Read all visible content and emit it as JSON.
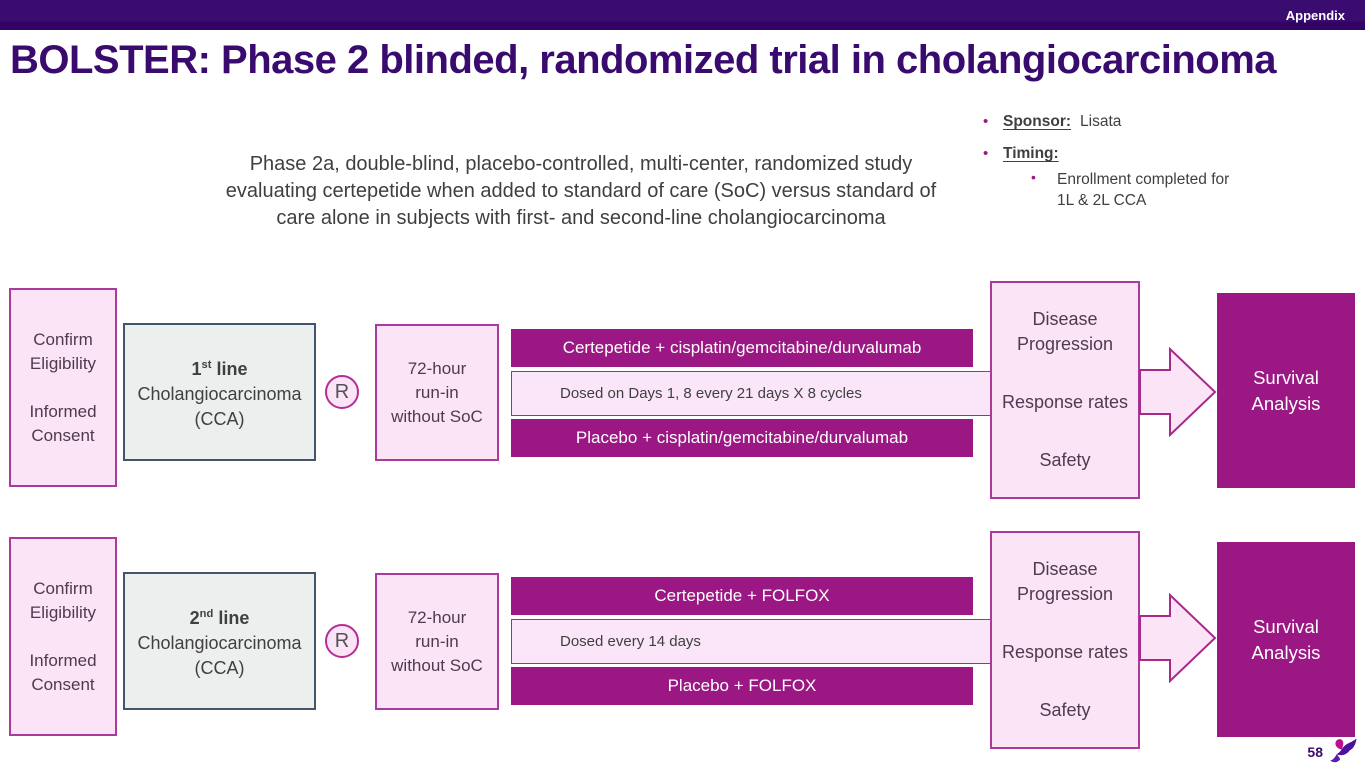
{
  "header": {
    "tag": "Appendix"
  },
  "title": "BOLSTER: Phase 2 blinded, randomized trial in cholangiocarcinoma",
  "description": "Phase 2a, double-blind, placebo-controlled, multi-center, randomized study\nevaluating certepetide when added to standard of care (SoC) versus standard of\ncare alone in subjects with first- and second-line cholangiocarcinoma",
  "info": {
    "bullet": "•",
    "sponsor_label": "Sponsor:",
    "sponsor_value": "Lisata",
    "timing_label": "Timing:",
    "timing_detail": "Enrollment completed for\n1L & 2L CCA"
  },
  "rows": [
    {
      "eligibility": "Confirm Eligibility",
      "consent": "Informed Consent",
      "line_num": "1",
      "line_ord": "st",
      "line_word": "line",
      "cohort": "Cholangiocarcinoma",
      "cohort_abbr": "(CCA)",
      "randomize": "R",
      "runin": "72-hour\nrun-in\nwithout SoC",
      "arm_top": "Certepetide + cisplatin/gemcitabine/durvalumab",
      "dosing": "Dosed on Days 1, 8 every 21 days X 8 cycles",
      "arm_bottom": "Placebo + cisplatin/gemcitabine/durvalumab",
      "outcomes": [
        "Disease Progression",
        "Response rates",
        "Safety"
      ],
      "result": "Survival Analysis"
    },
    {
      "eligibility": "Confirm Eligibility",
      "consent": "Informed Consent",
      "line_num": "2",
      "line_ord": "nd",
      "line_word": "line",
      "cohort": "Cholangiocarcinoma",
      "cohort_abbr": "(CCA)",
      "randomize": "R",
      "runin": "72-hour\nrun-in\nwithout SoC",
      "arm_top": "Certepetide + FOLFOX",
      "dosing": "Dosed every 14 days",
      "arm_bottom": "Placebo + FOLFOX",
      "outcomes": [
        "Disease Progression",
        "Response rates",
        "Safety"
      ],
      "result": "Survival Analysis"
    }
  ],
  "footer": {
    "page": "58"
  },
  "colors": {
    "header_purple": "#3A0C70",
    "title_purple": "#3A0B6E",
    "magenta_fill": "#9B1783",
    "magenta_border": "#AC3A9C",
    "pink_fill": "#FAE4F6",
    "gray_fill": "#EDEFEE",
    "gray_border": "#44546A",
    "body_text": "#3F3F3F",
    "logo_magenta": "#C0108E",
    "logo_purple": "#4B12A0"
  }
}
